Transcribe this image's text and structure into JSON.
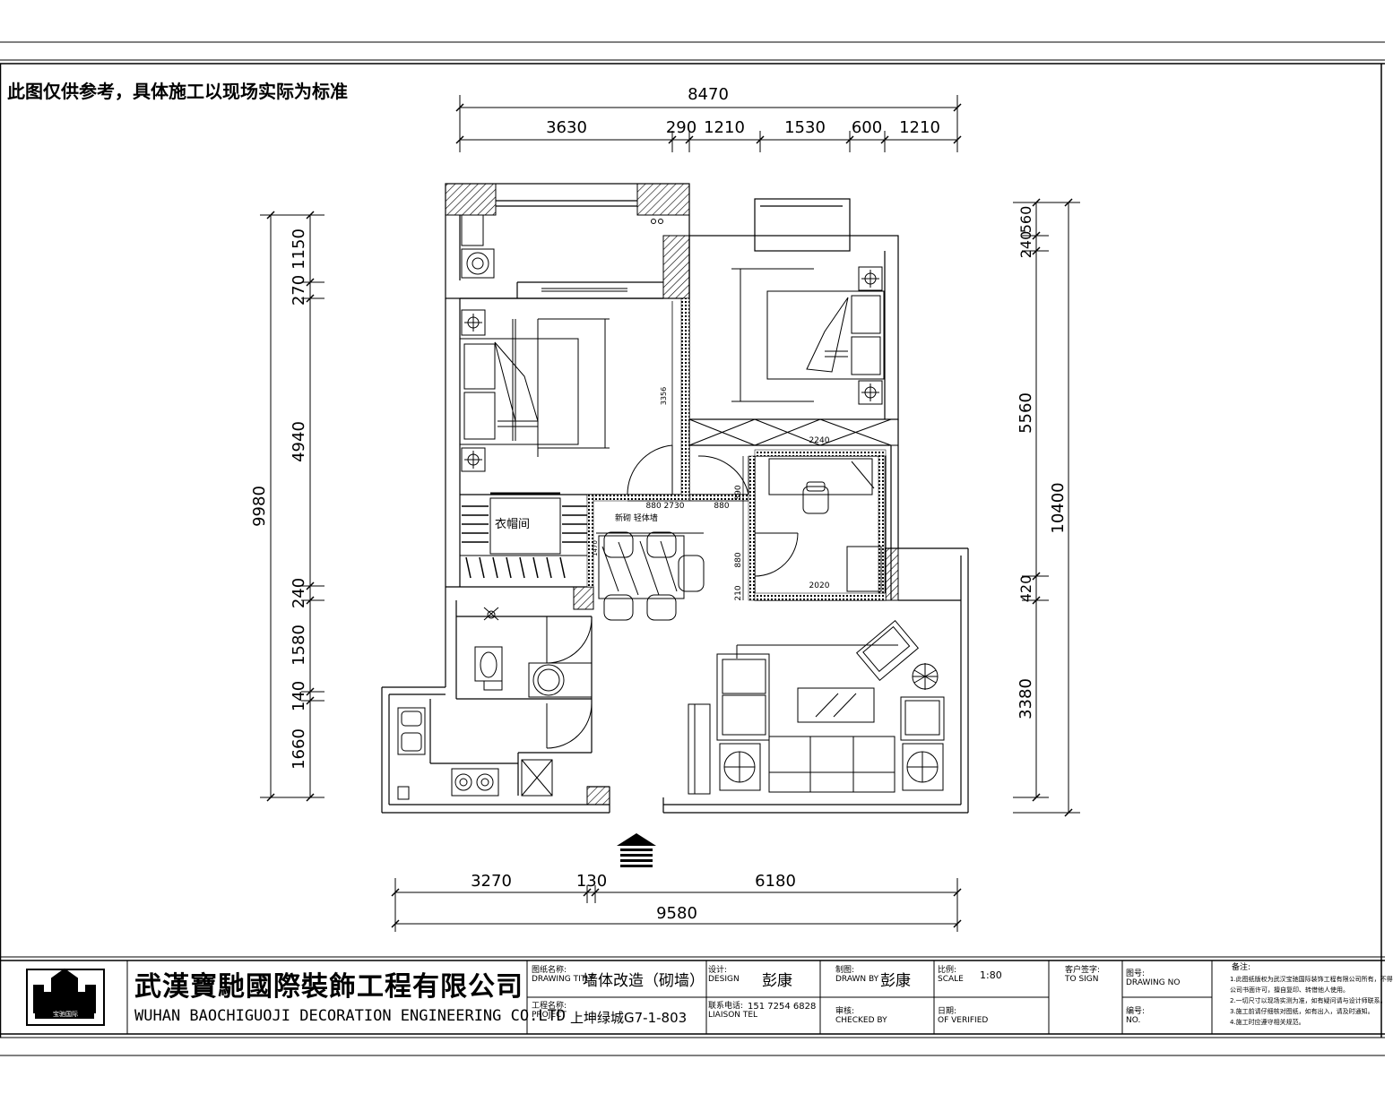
{
  "note": "此图仅供参考，具体施工以现场实际为标准",
  "dimensions": {
    "top_total": "8470",
    "top_segments": [
      "3630",
      "290",
      "1210",
      "1530",
      "600",
      "1210"
    ],
    "left_total": "9980",
    "left_segments": [
      "1150",
      "270",
      "4940",
      "240",
      "1580",
      "140",
      "1660"
    ],
    "right_total": "10400",
    "right_segments": [
      "240",
      "560",
      "5560",
      "420",
      "3380"
    ],
    "bottom_total": "9580",
    "bottom_segments": [
      "3270",
      "130",
      "6180"
    ]
  },
  "plan_labels": {
    "closet": "衣帽间",
    "d3356": "3356",
    "d2240": "2240",
    "d880_2730": "880 2730",
    "d880a": "880",
    "d390": "390",
    "d880b": "880",
    "d210": "210",
    "d2020": "2020",
    "d1470": "1470",
    "wall_note": "新砌 轻体墙"
  },
  "titleblock": {
    "company_cn": "武漢寶馳國際裝飾工程有限公司",
    "company_en": "WUHAN BAOCHIGUOJI DECORATION ENGINEERING CO.LTD",
    "logo_text": "宝驰国际",
    "drawing_title_label_cn": "图纸名称:",
    "drawing_title_label_en": "DRAWING TITLE",
    "drawing_title": "墙体改造（砌墙）",
    "project_label_cn": "工程名称:",
    "project_label_en": "PROJECT",
    "project": "上坤绿城G7-1-803",
    "design_label_cn": "设计:",
    "design_label_en": "DESIGN",
    "designer": "彭康",
    "phone_label_cn": "联系电话:",
    "phone_label_en": "LIAISON TEL",
    "phone": "151 7254 6828",
    "drawn_label_cn": "制图:",
    "drawn_label_en": "DRAWN BY",
    "drawer": "彭康",
    "checked_label_cn": "审核:",
    "checked_label_en": "CHECKED BY",
    "scale_label_cn": "比例:",
    "scale_label_en": "SCALE",
    "scale": "1:80",
    "date_label_cn": "日期:",
    "date_label_en": "OF VERIFIED",
    "client_label_cn": "客户签字:",
    "client_label_en": "TO SIGN",
    "drawing_no_label_cn": "图号:",
    "drawing_no_label_en": "DRAWING NO",
    "no_label_cn": "编号:",
    "no_label_en": "NO.",
    "remarks_label": "备注:",
    "remarks_lines": [
      "1.此图纸版权为武汉宝驰国际装饰工程有限公司所有，不得",
      "公司书面许可，擅自复印、转借他人使用。",
      "2.一切尺寸以现场实测为准，如有疑问请与设计师联系。",
      "3.施工前请仔细核对图纸，如有出入，请及时通知。",
      "4.施工时应遵守相关规范。"
    ]
  }
}
